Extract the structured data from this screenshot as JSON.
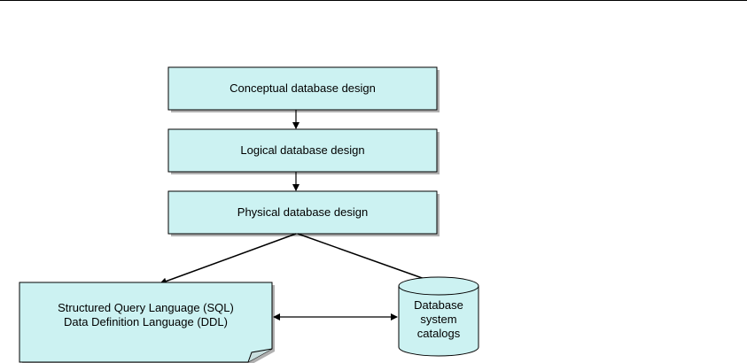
{
  "colors": {
    "box_fill": "#ccf2f2",
    "stroke": "#000000",
    "shadow": "#b0b0b0"
  },
  "steps": {
    "conceptual": "Conceptual database design",
    "logical": "Logical database design",
    "physical": "Physical database design"
  },
  "document": {
    "line1": "Structured Query Language (SQL)",
    "line2": "Data Definition Language (DDL)"
  },
  "catalog": {
    "line1": "Database",
    "line2": "system",
    "line3": "catalogs"
  }
}
